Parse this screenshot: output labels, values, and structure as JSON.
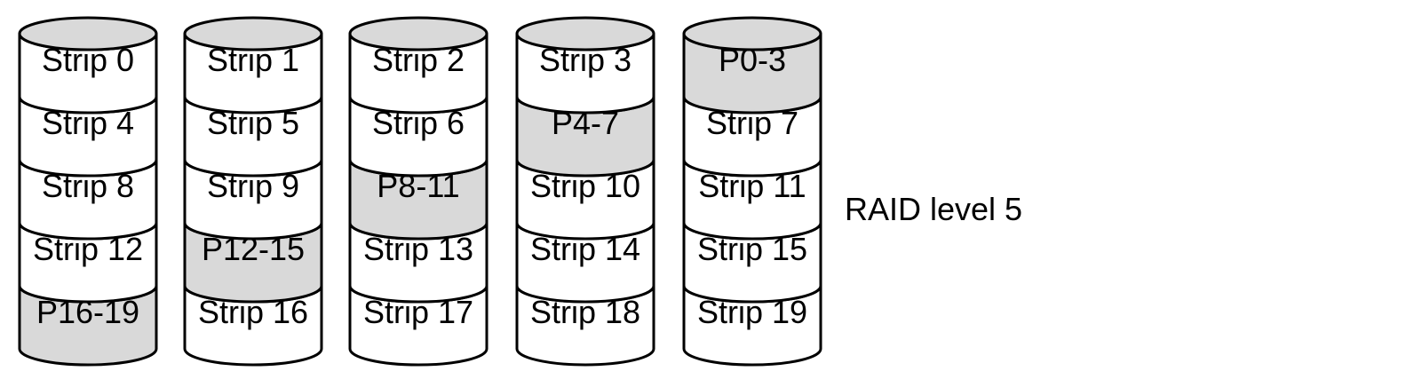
{
  "diagram": {
    "label": "RAID level 5",
    "colors": {
      "parity_fill": "#d9d9d9",
      "data_fill": "#ffffff",
      "top_fill": "#d9d9d9",
      "stroke": "#000000"
    },
    "disks": [
      {
        "segments": [
          {
            "label": "Strip 0",
            "parity": false
          },
          {
            "label": "Strip 4",
            "parity": false
          },
          {
            "label": "Strip 8",
            "parity": false
          },
          {
            "label": "Strip 12",
            "parity": false
          },
          {
            "label": "P16-19",
            "parity": true
          }
        ]
      },
      {
        "segments": [
          {
            "label": "Strip 1",
            "parity": false
          },
          {
            "label": "Strip 5",
            "parity": false
          },
          {
            "label": "Strip 9",
            "parity": false
          },
          {
            "label": "P12-15",
            "parity": true
          },
          {
            "label": "Strip 16",
            "parity": false
          }
        ]
      },
      {
        "segments": [
          {
            "label": "Strip 2",
            "parity": false
          },
          {
            "label": "Strip 6",
            "parity": false
          },
          {
            "label": "P8-11",
            "parity": true
          },
          {
            "label": "Strip 13",
            "parity": false
          },
          {
            "label": "Strip 17",
            "parity": false
          }
        ]
      },
      {
        "segments": [
          {
            "label": "Strip 3",
            "parity": false
          },
          {
            "label": "P4-7",
            "parity": true
          },
          {
            "label": "Strip 10",
            "parity": false
          },
          {
            "label": "Strip 14",
            "parity": false
          },
          {
            "label": "Strip 18",
            "parity": false
          }
        ]
      },
      {
        "segments": [
          {
            "label": "P0-3",
            "parity": true
          },
          {
            "label": "Strip 7",
            "parity": false
          },
          {
            "label": "Strip 11",
            "parity": false
          },
          {
            "label": "Strip 15",
            "parity": false
          },
          {
            "label": "Strip 19",
            "parity": false
          }
        ]
      }
    ]
  }
}
